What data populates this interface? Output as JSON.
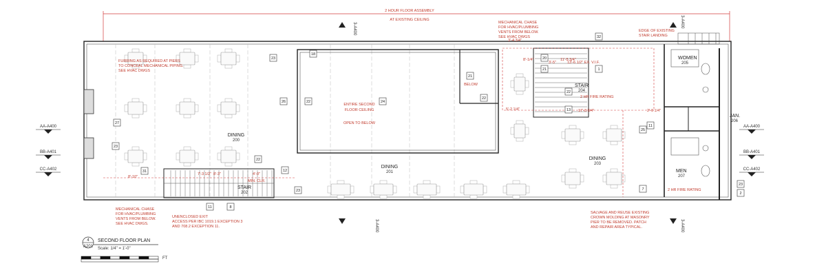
{
  "top": {
    "assembly": "2 HOUR FLOOR ASSEMBLY",
    "ceiling": "AT EXISTING CEILING",
    "section_left": "3-A400",
    "section_right": "3-A400"
  },
  "notes": {
    "furring": [
      "FURRING AS REQUIRED AT PIERS",
      "TO CONCEAL MECHANICAL PIPING.",
      "SEE HVAC DWGS"
    ],
    "mech_top": [
      "MECHANICAL CHASE",
      "FOR HVAC/PLUMBING",
      "VENTS FROM BELOW.",
      "SEE HVAC DWGS"
    ],
    "edge_stair": [
      "EDGE OF EXISTING",
      "STAIR LANDING"
    ],
    "mech_bottom": [
      "MECHANICAL CHASE",
      "FOR HVAC/PLUMBING",
      "VENTS FROM BELOW.",
      "SEE HVAC DWGS."
    ],
    "unenclosed": [
      "UNENCLOSED EXIT",
      "ACCESS PER IBC 1019.1 EXCEPTION 3",
      "AND 708.2 EXCEPTION 11."
    ],
    "salvage": [
      "SALVAGE AND REUSE EXISTING",
      "CROWN MOLDING AT MASONRY",
      "PIER TO BE REMOVED. PATCH",
      "AND REPAIR AREA TYPICAL."
    ],
    "opening": [
      "ENTIRE SECOND",
      "FLOOR CEILING"
    ],
    "open_below": "OPEN TO BELOW",
    "below": "BELOW",
    "fire_rating_1": "2 HR FIRE RATING",
    "fire_rating_2": "2 HR FIRE RATING"
  },
  "rooms": {
    "dining_200": {
      "name": "DINING",
      "num": "200"
    },
    "dining_201": {
      "name": "DINING",
      "num": "201"
    },
    "dining_203": {
      "name": "DINING",
      "num": "203"
    },
    "stair_202": {
      "name": "STAIR",
      "num": "202"
    },
    "stair_204": {
      "name": "STAIR",
      "num": "204"
    },
    "women": {
      "name": "WOMEN",
      "num": "205"
    },
    "men": {
      "name": "MEN",
      "num": "207"
    },
    "jan": {
      "name": "JAN.",
      "num": "206"
    }
  },
  "grid_markers": {
    "left": [
      "AA-A400",
      "BB-A401",
      "CC-A402"
    ],
    "right": [
      "AA-A400",
      "BB-A401",
      "CC-A402"
    ]
  },
  "dims": {
    "d1": "3'-4 3/4\"",
    "d2": "3'-5\"",
    "d3": "13'-6 1/2\" EX. V.I.F.",
    "d4": "5'-2 1/4\"",
    "d5": "17'-3 3/4\"",
    "d6": "2'-0 1/4\"",
    "d7": "8'-3\"",
    "d8": "7'-3 1/2\"",
    "d9": "4'-0\"",
    "d10": "MIN. CLR.",
    "d11": "8'-10\"",
    "d12": "11'-5 3/4\"",
    "d13": "8'-1/4\""
  },
  "tags": [
    "23",
    "26",
    "22",
    "27",
    "23",
    "31",
    "22",
    "12",
    "11",
    "8",
    "23",
    "18",
    "24",
    "21",
    "22",
    "20",
    "21",
    "22",
    "13",
    "32",
    "11",
    "7",
    "23",
    "2",
    "25",
    "1"
  ],
  "title_block": {
    "title": "SECOND FLOOR PLAN",
    "scale": "Scale: 1/4\" = 1'-0\"",
    "sheet": "A201",
    "num": "4",
    "ft": "FT"
  }
}
